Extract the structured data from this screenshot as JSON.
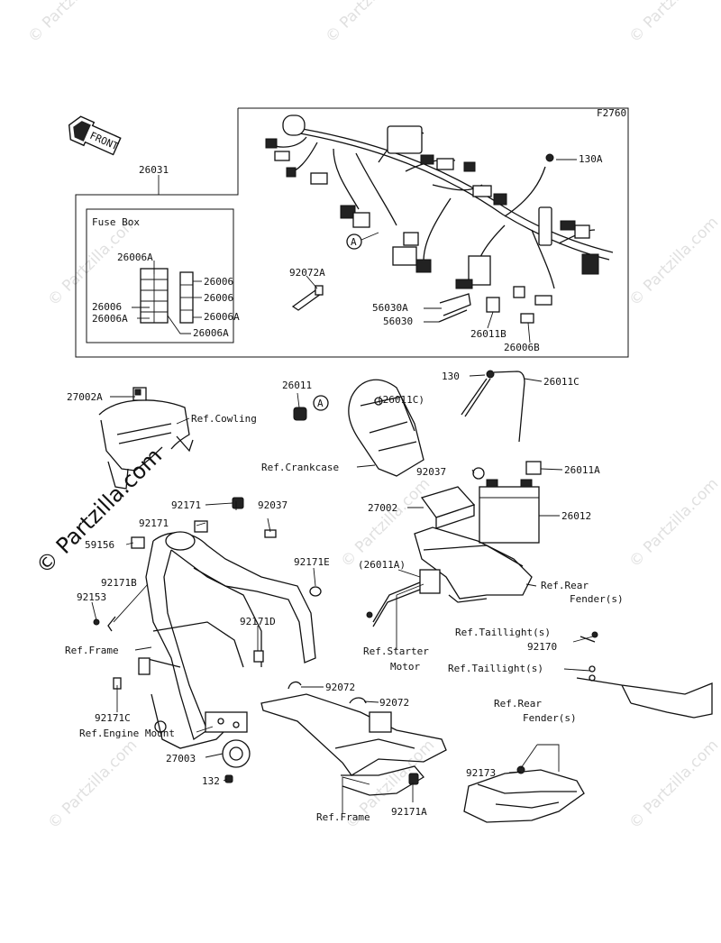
{
  "figure_code": "F2760",
  "watermarks": {
    "small": "© Partzilla.com",
    "large": "© Partzilla.com"
  },
  "front_arrow": {
    "text": "FRONT"
  },
  "fuse_box": {
    "title": "Fuse Box"
  },
  "labels": {
    "130A": "130A",
    "26031": "26031",
    "26006A_top": "26006A",
    "26006_r1": "26006",
    "26006_r2": "26006",
    "26006_l": "26006",
    "26006A_l": "26006A",
    "26006A_r": "26006A",
    "26006A_bottom": "26006A",
    "92072A": "92072A",
    "56030A": "56030A",
    "56030": "56030",
    "26011B": "26011B",
    "26006B": "26006B",
    "callout_A1": "A",
    "callout_A2": "A",
    "27002A": "27002A",
    "ref_cowling": "Ref.Cowling",
    "26011": "26011",
    "130": "130",
    "26011C": "26011C",
    "26011C_paren": "(26011C)",
    "ref_crankcase": "Ref.Crankcase",
    "92037_a": "92037",
    "26011A": "26011A",
    "27002": "27002",
    "26012": "26012",
    "92171_a": "92171",
    "92171_b": "92171",
    "92037_b": "92037",
    "59156": "59156",
    "92171E": "92171E",
    "92171B": "92171B",
    "92153": "92153",
    "26011A_paren": "(26011A)",
    "ref_rear_fender_1a": "Ref.Rear",
    "ref_rear_fender_1b": "Fender(s)",
    "92171D": "92171D",
    "ref_taillight_1": "Ref.Taillight(s)",
    "92170": "92170",
    "ref_taillight_2": "Ref.Taillight(s)",
    "ref_frame_1": "Ref.Frame",
    "ref_starter_a": "Ref.Starter",
    "ref_starter_b": "Motor",
    "92072_a": "92072",
    "92072_b": "92072",
    "ref_rear_fender_2a": "Ref.Rear",
    "ref_rear_fender_2b": "Fender(s)",
    "92171C": "92171C",
    "ref_engine_mount": "Ref.Engine Mount",
    "27003": "27003",
    "92173": "92173",
    "132": "132",
    "ref_frame_2": "Ref.Frame",
    "92171A": "92171A"
  }
}
